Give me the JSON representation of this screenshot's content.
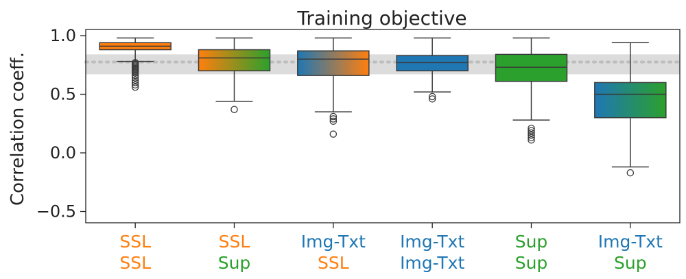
{
  "chart_data": {
    "type": "box",
    "title": "Training objective",
    "ylabel": "Correlation coeff.",
    "xlabel": "",
    "ylim": [
      -0.6,
      1.05
    ],
    "yticks": [
      -0.5,
      0.0,
      0.5,
      1.0
    ],
    "ytick_labels": [
      "−0.5",
      "0.0",
      "0.5",
      "1.0"
    ],
    "grid": false,
    "reference_band": {
      "center": 0.775,
      "low": 0.67,
      "high": 0.84,
      "color": "#dcdcdc",
      "line_color": "#bdbdbd"
    },
    "colors": {
      "SSL": "#ff7f0e",
      "Sup": "#2ca02c",
      "Img-Txt": "#1f77b4"
    },
    "categories": [
      {
        "top": "SSL",
        "bottom": "SSL",
        "whisker_low": 0.78,
        "q1": 0.88,
        "median": 0.91,
        "q3": 0.94,
        "whisker_high": 0.98,
        "outliers": [
          0.77,
          0.76,
          0.75,
          0.74,
          0.73,
          0.72,
          0.71,
          0.7,
          0.69,
          0.68,
          0.66,
          0.64,
          0.62,
          0.6,
          0.58,
          0.56
        ]
      },
      {
        "top": "SSL",
        "bottom": "Sup",
        "whisker_low": 0.44,
        "q1": 0.7,
        "median": 0.81,
        "q3": 0.88,
        "whisker_high": 0.98,
        "outliers": [
          0.37
        ]
      },
      {
        "top": "Img-Txt",
        "bottom": "SSL",
        "whisker_low": 0.35,
        "q1": 0.66,
        "median": 0.8,
        "q3": 0.87,
        "whisker_high": 0.98,
        "outliers": [
          0.31,
          0.29,
          0.27,
          0.16
        ]
      },
      {
        "top": "Img-Txt",
        "bottom": "Img-Txt",
        "whisker_low": 0.52,
        "q1": 0.7,
        "median": 0.77,
        "q3": 0.83,
        "whisker_high": 0.98,
        "outliers": [
          0.48,
          0.46
        ]
      },
      {
        "top": "Sup",
        "bottom": "Sup",
        "whisker_low": 0.28,
        "q1": 0.61,
        "median": 0.73,
        "q3": 0.84,
        "whisker_high": 0.98,
        "outliers": [
          0.21,
          0.19,
          0.17,
          0.15,
          0.13,
          0.11
        ]
      },
      {
        "top": "Img-Txt",
        "bottom": "Sup",
        "whisker_low": -0.12,
        "q1": 0.3,
        "median": 0.5,
        "q3": 0.6,
        "whisker_high": 0.94,
        "outliers": [
          -0.17
        ]
      }
    ]
  }
}
